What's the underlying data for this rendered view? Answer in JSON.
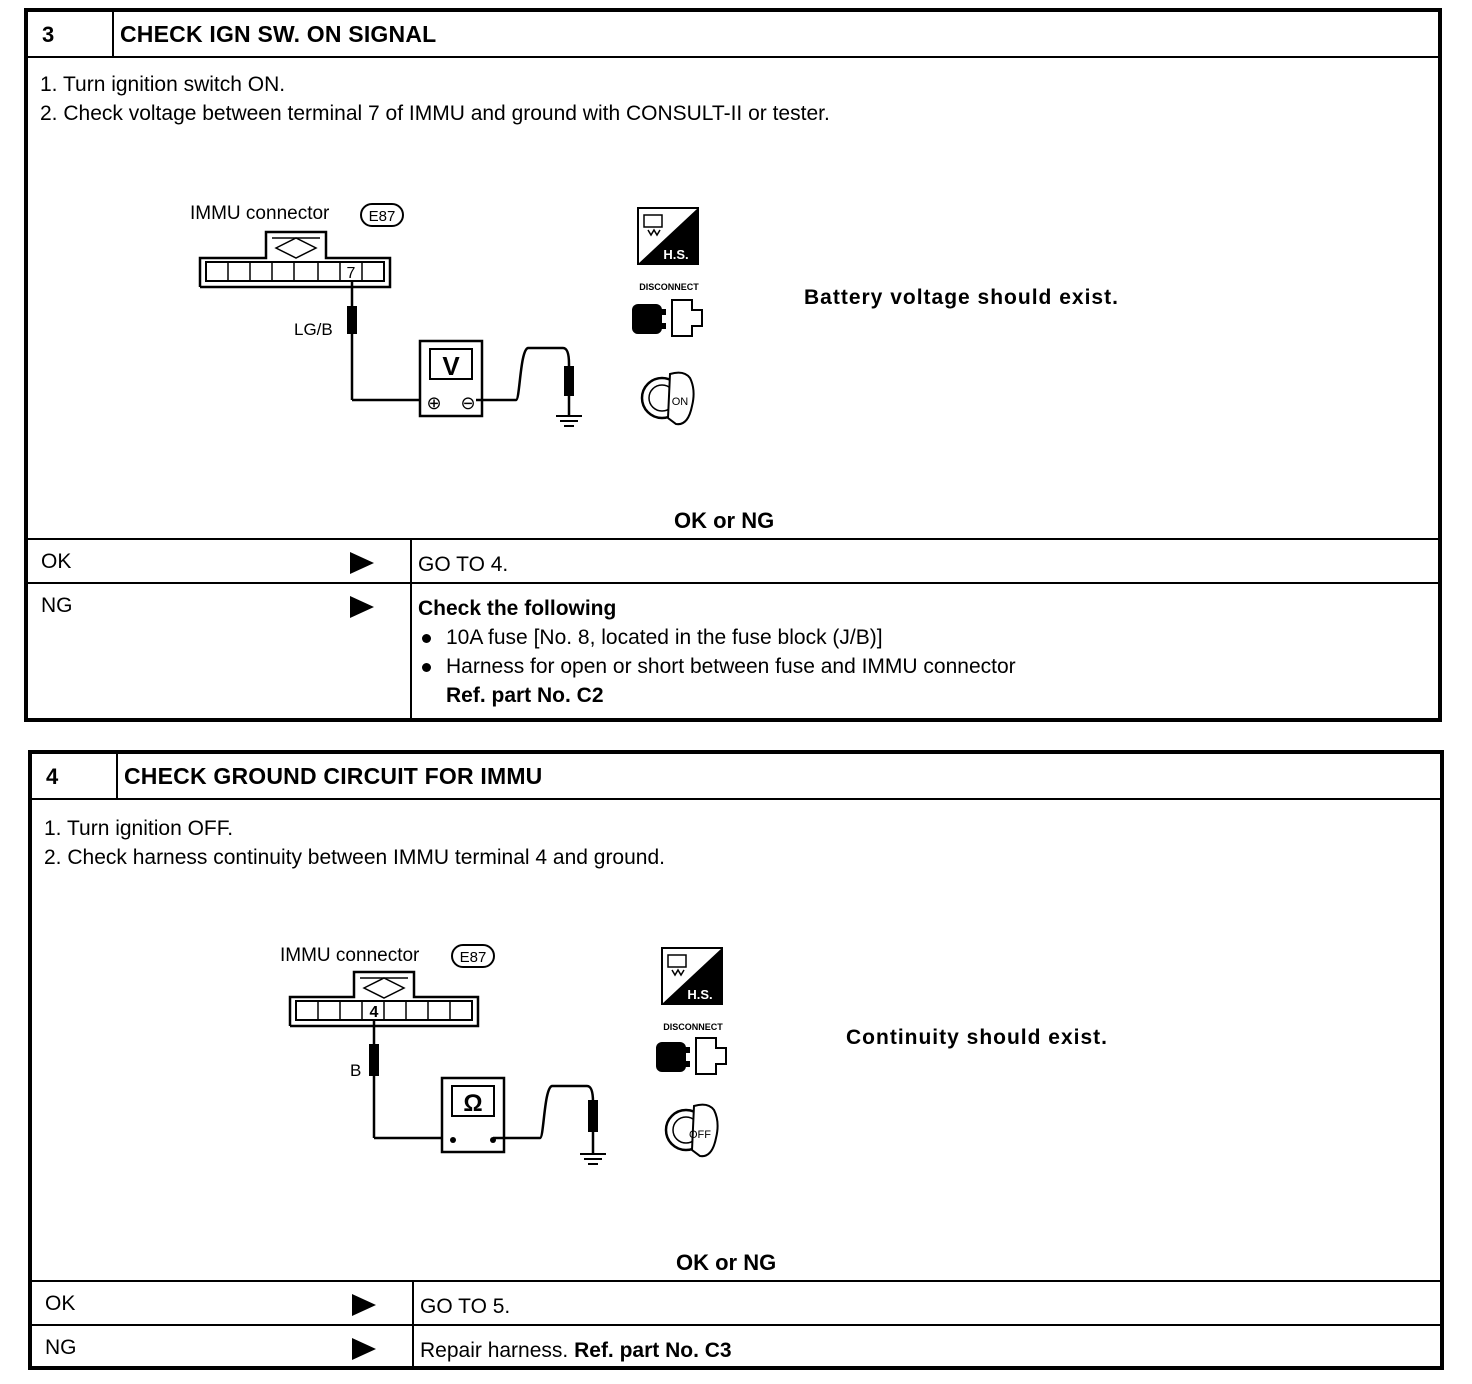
{
  "step3": {
    "number": "3",
    "title": "CHECK IGN SW. ON SIGNAL",
    "instructions": [
      "1. Turn ignition switch ON.",
      "2. Check voltage between terminal 7 of IMMU and ground with CONSULT-II or tester."
    ],
    "diagram": {
      "connector_label": "IMMU connector",
      "connector_code": "E87",
      "terminal": "7",
      "wire": "LG/B",
      "meter": "V",
      "plus": "⊕",
      "minus": "⊖",
      "icon_hs": "H.S.",
      "icon_disconnect": "DISCONNECT",
      "icon_key": "ON"
    },
    "verdict": "Battery voltage should exist.",
    "ok_or_ng": "OK or NG",
    "ok": {
      "label": "OK",
      "result": "GO TO 4."
    },
    "ng": {
      "label": "NG",
      "heading": "Check the following",
      "items": [
        "10A fuse [No. 8, located in the fuse block (J/B)]",
        "Harness for open or short between fuse and IMMU connector"
      ],
      "ref": "Ref. part No. C2"
    }
  },
  "step4": {
    "number": "4",
    "title": "CHECK GROUND CIRCUIT FOR IMMU",
    "instructions": [
      "1. Turn ignition OFF.",
      "2. Check harness continuity between IMMU terminal 4 and ground."
    ],
    "diagram": {
      "connector_label": "IMMU connector",
      "connector_code": "E87",
      "terminal": "4",
      "wire": "B",
      "meter": "Ω",
      "icon_hs": "H.S.",
      "icon_disconnect": "DISCONNECT",
      "icon_key": "OFF"
    },
    "verdict": "Continuity should exist.",
    "ok_or_ng": "OK or NG",
    "ok": {
      "label": "OK",
      "result": "GO TO 5."
    },
    "ng": {
      "label": "NG",
      "result": "Repair harness.",
      "ref": "Ref. part No. C3"
    }
  }
}
